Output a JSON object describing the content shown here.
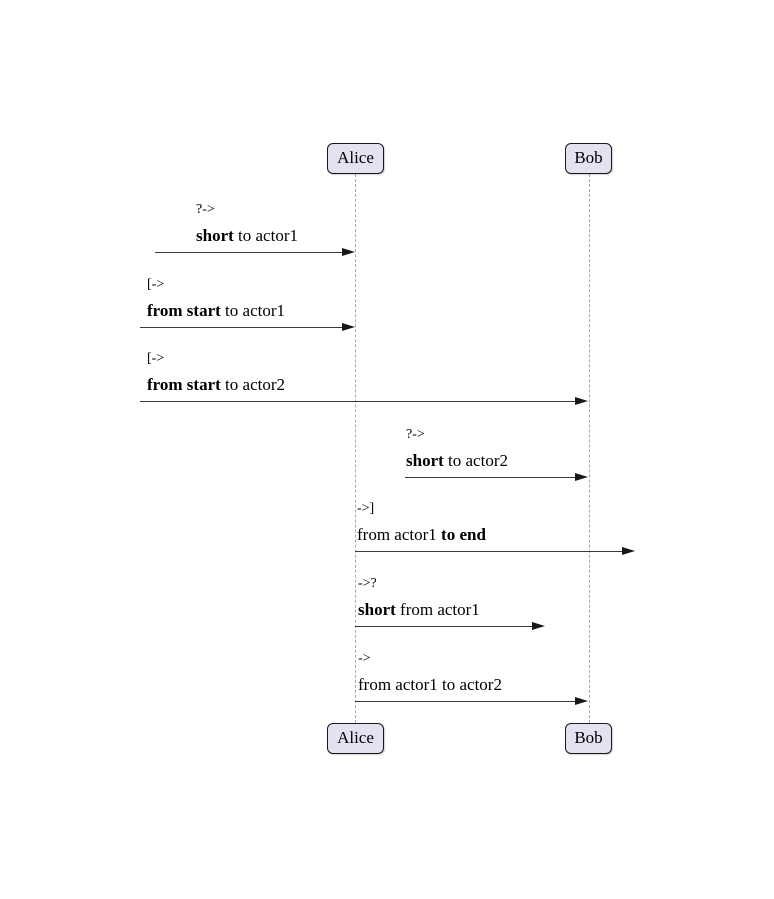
{
  "diagram": {
    "type": "sequence-diagram"
  },
  "actors": [
    {
      "name": "Alice"
    },
    {
      "name": "Bob"
    }
  ],
  "messages": [
    {
      "prefix": "?->",
      "from": "outside-short",
      "to": "actor1",
      "segments": [
        {
          "text": "short ",
          "bold": true
        },
        {
          "text": "to actor1",
          "bold": false
        }
      ]
    },
    {
      "prefix": "[->",
      "from": "diagram-start",
      "to": "actor1",
      "segments": [
        {
          "text": "from start ",
          "bold": true
        },
        {
          "text": "to actor1",
          "bold": false
        }
      ]
    },
    {
      "prefix": "[->",
      "from": "diagram-start",
      "to": "actor2",
      "segments": [
        {
          "text": "from start ",
          "bold": true
        },
        {
          "text": "to actor2",
          "bold": false
        }
      ]
    },
    {
      "prefix": "?->",
      "from": "outside-short",
      "to": "actor2",
      "segments": [
        {
          "text": "short ",
          "bold": true
        },
        {
          "text": "to actor2",
          "bold": false
        }
      ]
    },
    {
      "prefix": "->]",
      "from": "actor1",
      "to": "diagram-end",
      "segments": [
        {
          "text": "from actor1 ",
          "bold": false
        },
        {
          "text": "to end",
          "bold": true
        }
      ]
    },
    {
      "prefix": "->?",
      "from": "actor1",
      "to": "outside-short",
      "segments": [
        {
          "text": "short ",
          "bold": true
        },
        {
          "text": "from actor1",
          "bold": false
        }
      ]
    },
    {
      "prefix": "->",
      "from": "actor1",
      "to": "actor2",
      "segments": [
        {
          "text": "from actor1 to actor2",
          "bold": false
        }
      ]
    }
  ],
  "colors": {
    "background": "#FFFFFF",
    "actor_fill": "#E2E2F0",
    "actor_border": "#181818",
    "lifeline": "#A8A8A8",
    "arrow": "#3A3A3A",
    "arrowhead": "#181818",
    "text": "#000000"
  }
}
